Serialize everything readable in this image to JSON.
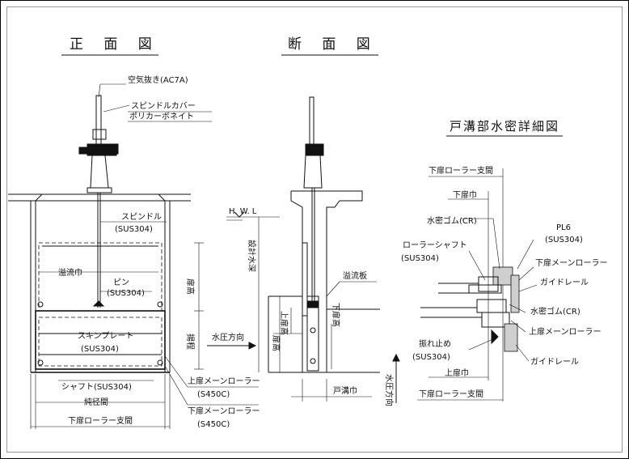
{
  "titles": {
    "front": "正 面 図",
    "section": "断 面 図",
    "detail": "戸溝部水密詳細図"
  },
  "front_labels": {
    "air_vent": "空気抜き(AC7A)",
    "spindle_cover_1": "スピンドルカバー",
    "spindle_cover_2": "ポリカーボネイト",
    "spindle_1": "スピンドル",
    "spindle_2": "(SUS304)",
    "overflow_width": "溢流巾",
    "pin_1": "ピン",
    "pin_2": "(SUS304)",
    "skin_plate_1": "スキンプレート",
    "skin_plate_2": "(SUS304)",
    "shaft": "シャフト(SUS304)",
    "clear_span": "純径間",
    "lower_roller_span": "下扉ローラー支間",
    "upper_main_roller_1": "上扉メーンローラー",
    "upper_main_roller_2": "(S450C)",
    "lower_main_roller_1": "下扉メーンローラー",
    "lower_main_roller_2": "(S450C)",
    "gate_height": "扉高",
    "lift": "揚程"
  },
  "section_labels": {
    "hwl": "H. W. L",
    "design_depth": "設計水深",
    "overflow_plate": "溢流板",
    "water_pressure": "水圧方向",
    "upper_gate_height": "上扉高",
    "lower_gate_height": "下扉高",
    "gate_height": "扉高",
    "groove_width": "戸溝巾"
  },
  "detail_labels": {
    "lower_roller_span_top": "下扉ローラー支間",
    "lower_width": "下扉巾",
    "seal_rubber_1": "水密ゴム(CR)",
    "pl6_1": "PL6",
    "pl6_2": "(SUS304)",
    "roller_shaft_1": "ローラーシャフト",
    "roller_shaft_2": "(SUS304)",
    "lower_main_roller": "下扉メーンローラー",
    "guide_rail_1": "ガイドレール",
    "seal_rubber_2": "水密ゴム(CR)",
    "upper_main_roller": "上扉メーンローラー",
    "anti_sway_1": "振れ止め",
    "anti_sway_2": "(SUS304)",
    "guide_rail_2": "ガイドレール",
    "upper_width": "上扉巾",
    "lower_roller_span_bottom": "下扉ローラー支間",
    "water_pressure": "水圧方向"
  }
}
